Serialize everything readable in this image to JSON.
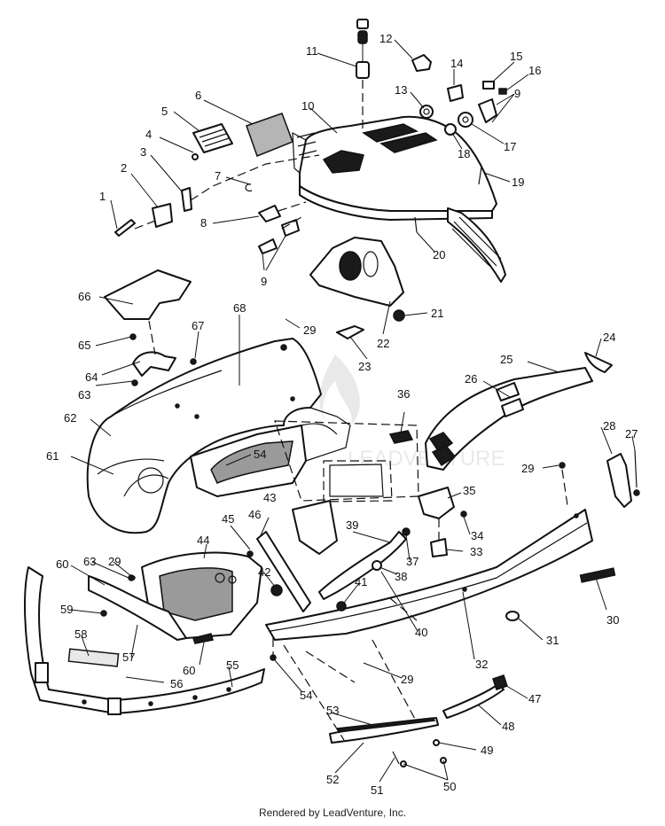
{
  "footer": {
    "credit": "Rendered by LeadVenture, Inc."
  },
  "watermark": {
    "text": "LEADVENTURE"
  },
  "callouts": [
    {
      "id": "c1",
      "label": "1"
    },
    {
      "id": "c2",
      "label": "2"
    },
    {
      "id": "c3",
      "label": "3"
    },
    {
      "id": "c4",
      "label": "4"
    },
    {
      "id": "c5",
      "label": "5"
    },
    {
      "id": "c6",
      "label": "6"
    },
    {
      "id": "c7",
      "label": "7"
    },
    {
      "id": "c8",
      "label": "8"
    },
    {
      "id": "c9a",
      "label": "9"
    },
    {
      "id": "c9b",
      "label": "9"
    },
    {
      "id": "c10",
      "label": "10"
    },
    {
      "id": "c11",
      "label": "11"
    },
    {
      "id": "c12",
      "label": "12"
    },
    {
      "id": "c13",
      "label": "13"
    },
    {
      "id": "c14",
      "label": "14"
    },
    {
      "id": "c15",
      "label": "15"
    },
    {
      "id": "c16",
      "label": "16"
    },
    {
      "id": "c17",
      "label": "17"
    },
    {
      "id": "c18",
      "label": "18"
    },
    {
      "id": "c19",
      "label": "19"
    },
    {
      "id": "c20",
      "label": "20"
    },
    {
      "id": "c21",
      "label": "21"
    },
    {
      "id": "c22",
      "label": "22"
    },
    {
      "id": "c23",
      "label": "23"
    },
    {
      "id": "c24",
      "label": "24"
    },
    {
      "id": "c25",
      "label": "25"
    },
    {
      "id": "c26",
      "label": "26"
    },
    {
      "id": "c27",
      "label": "27"
    },
    {
      "id": "c28",
      "label": "28"
    },
    {
      "id": "c29a",
      "label": "29"
    },
    {
      "id": "c29b",
      "label": "29"
    },
    {
      "id": "c29c",
      "label": "29"
    },
    {
      "id": "c29d",
      "label": "29"
    },
    {
      "id": "c30",
      "label": "30"
    },
    {
      "id": "c31",
      "label": "31"
    },
    {
      "id": "c32",
      "label": "32"
    },
    {
      "id": "c33",
      "label": "33"
    },
    {
      "id": "c34",
      "label": "34"
    },
    {
      "id": "c35",
      "label": "35"
    },
    {
      "id": "c36",
      "label": "36"
    },
    {
      "id": "c37",
      "label": "37"
    },
    {
      "id": "c38",
      "label": "38"
    },
    {
      "id": "c39",
      "label": "39"
    },
    {
      "id": "c40",
      "label": "40"
    },
    {
      "id": "c41",
      "label": "41"
    },
    {
      "id": "c42",
      "label": "42"
    },
    {
      "id": "c43",
      "label": "43"
    },
    {
      "id": "c44",
      "label": "44"
    },
    {
      "id": "c45",
      "label": "45"
    },
    {
      "id": "c46",
      "label": "46"
    },
    {
      "id": "c47",
      "label": "47"
    },
    {
      "id": "c48",
      "label": "48"
    },
    {
      "id": "c49",
      "label": "49"
    },
    {
      "id": "c50",
      "label": "50"
    },
    {
      "id": "c51",
      "label": "51"
    },
    {
      "id": "c52",
      "label": "52"
    },
    {
      "id": "c53",
      "label": "53"
    },
    {
      "id": "c54a",
      "label": "54"
    },
    {
      "id": "c54b",
      "label": "54"
    },
    {
      "id": "c55",
      "label": "55"
    },
    {
      "id": "c56",
      "label": "56"
    },
    {
      "id": "c57",
      "label": "57"
    },
    {
      "id": "c58",
      "label": "58"
    },
    {
      "id": "c59",
      "label": "59"
    },
    {
      "id": "c60a",
      "label": "60"
    },
    {
      "id": "c60b",
      "label": "60"
    },
    {
      "id": "c61",
      "label": "61"
    },
    {
      "id": "c62",
      "label": "62"
    },
    {
      "id": "c63a",
      "label": "63"
    },
    {
      "id": "c63b",
      "label": "63"
    },
    {
      "id": "c64",
      "label": "64"
    },
    {
      "id": "c65",
      "label": "65"
    },
    {
      "id": "c66",
      "label": "66"
    },
    {
      "id": "c67",
      "label": "67"
    },
    {
      "id": "c68",
      "label": "68"
    }
  ]
}
